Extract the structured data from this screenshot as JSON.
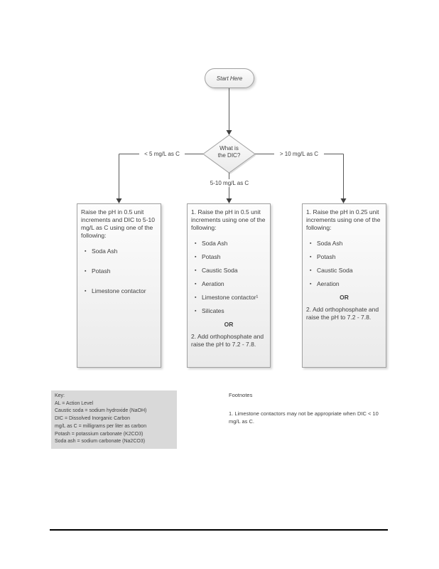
{
  "flowchart": {
    "start_label": "Start Here",
    "decision": {
      "line1": "What is",
      "line2": "the DIC?"
    },
    "branches": {
      "left_label": "< 5 mg/L as C",
      "center_label": "5-10 mg/L as C",
      "right_label": "> 10 mg/L as C"
    },
    "boxes": {
      "left": {
        "intro": "Raise the pH in 0.5 unit increments and DIC to 5-10 mg/L as C using one of the following:",
        "bullets": [
          "Soda Ash",
          "Potash",
          "Limestone contactor"
        ]
      },
      "center": {
        "intro": "1. Raise the pH in 0.5 unit increments using one of the following:",
        "bullets": [
          "Soda Ash",
          "Potash",
          "Caustic Soda",
          "Aeration",
          "Limestone contactor¹",
          "Silicates"
        ],
        "or_label": "OR",
        "step2": "2. Add orthophosphate and raise the pH to 7.2 - 7.8."
      },
      "right": {
        "intro": "1. Raise the pH in 0.25 unit increments using one of the following:",
        "bullets": [
          "Soda Ash",
          "Potash",
          "Caustic Soda",
          "Aeration"
        ],
        "or_label": "OR",
        "step2": "2. Add orthophosphate and raise the pH to 7.2 - 7.8."
      }
    }
  },
  "key": {
    "lines": [
      "Key:",
      "AL = Action Level",
      "Caustic soda = sodium hydroxide (NaOH)",
      "DIC = Dissolved Inorganic Carbon",
      "mg/L as C = milligrams per liter as carbon",
      "Potash = potassium carbonate (K2CO3)",
      "Soda ash = sodium carbonate (Na2CO3)"
    ]
  },
  "footnotes": {
    "title": "Footnotes",
    "items": [
      "1. Limestone contactors may not be appropriate when DIC < 10 mg/L as C."
    ]
  },
  "colors": {
    "line": "#595959",
    "arrow": "#404040",
    "shape_border": "#a0a0a0",
    "key_background": "#d9d9d9",
    "text": "#404040"
  }
}
